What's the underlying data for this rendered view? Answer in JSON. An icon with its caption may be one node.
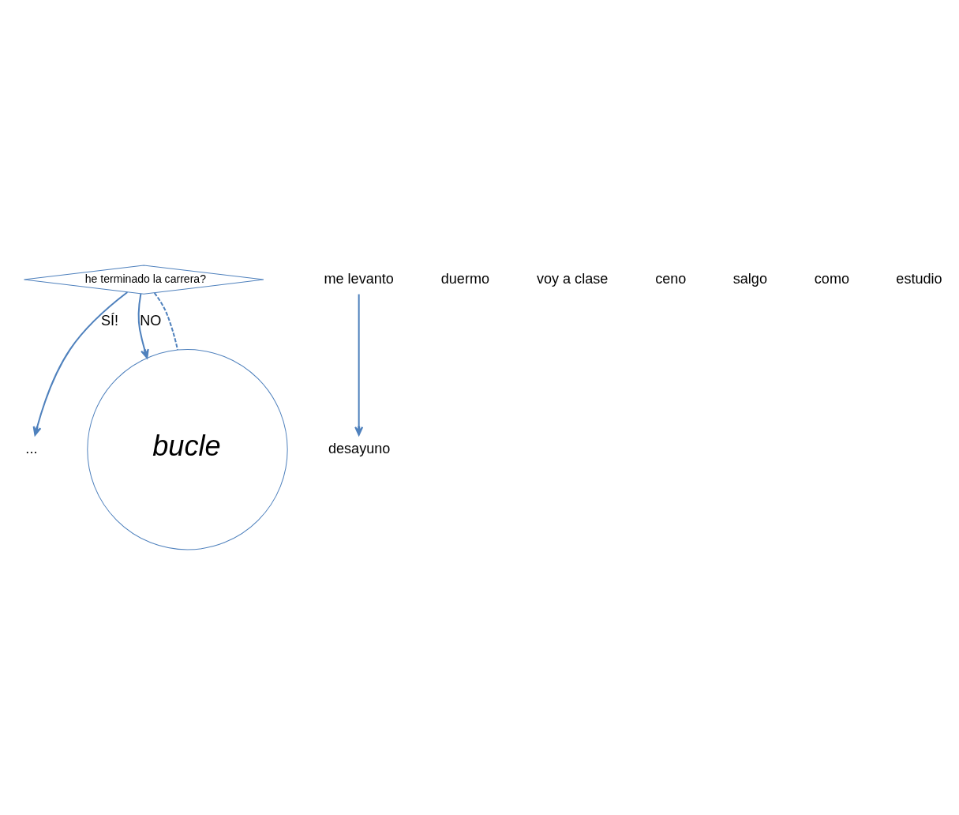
{
  "diagram": {
    "nodes": [
      {
        "text": [
          "he terminado la carrera?"
        ]
      },
      {
        "text": [
          "..."
        ]
      },
      {
        "text": [
          "bucle"
        ]
      },
      {
        "text": [
          "me levanto"
        ]
      },
      {
        "text": [
          "desayuno"
        ]
      }
    ],
    "edges": [
      {
        "from": 0,
        "to": 1,
        "arrow": "to",
        "label": "SÍ!"
      },
      {
        "from": 0,
        "to": 2,
        "arrow": "to",
        "label": "NO"
      },
      {
        "from": 0,
        "to": 2,
        "arrow": "none",
        "style": "dashed"
      },
      {
        "from": 3,
        "to": 4,
        "arrow": "to"
      }
    ],
    "labels": [
      "duermo",
      "voy a clase",
      "ceno",
      "salgo",
      "como",
      "estudio"
    ]
  }
}
